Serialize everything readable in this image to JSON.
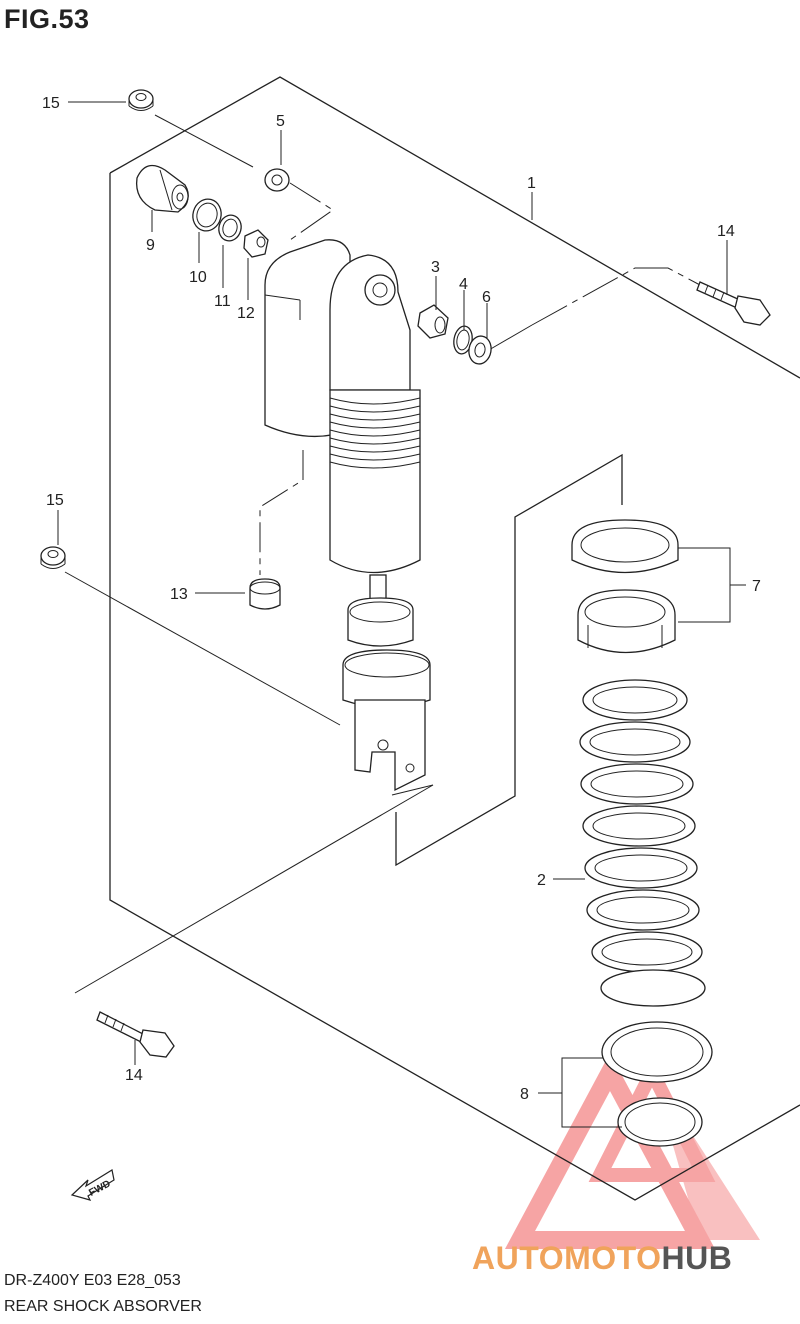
{
  "figure": {
    "title": "FIG.53"
  },
  "callouts": {
    "p1": "1",
    "p2": "2",
    "p3": "3",
    "p4": "4",
    "p5": "5",
    "p6": "6",
    "p7": "7",
    "p8": "8",
    "p9": "9",
    "p10": "10",
    "p11": "11",
    "p12": "12",
    "p13": "13",
    "p14_top": "14",
    "p14_bottom": "14",
    "p15_top": "15",
    "p15_mid": "15"
  },
  "fwd_label": "FWD",
  "footer": {
    "model_code": "DR-Z400Y E03 E28_053",
    "part_name": "REAR SHOCK ABSORVER"
  },
  "watermark": {
    "brand_part1": "AUTOMOTO",
    "brand_part2": "HUB"
  },
  "colors": {
    "line": "#222222",
    "watermark_red": "#f05a5a",
    "watermark_orange": "#f0a35b",
    "watermark_grey": "#555555"
  }
}
